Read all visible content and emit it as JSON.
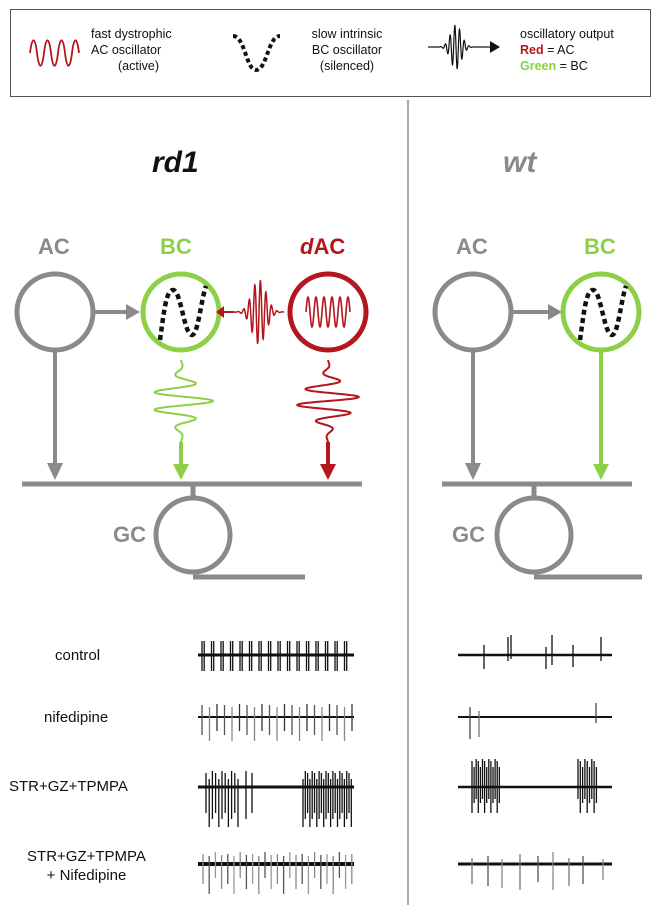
{
  "legend": {
    "item1": {
      "line1": "fast dystrophic",
      "line2": "AC oscillator",
      "line3": "(active)",
      "icon": "red-sine-icon"
    },
    "item2": {
      "line1": "slow intrinsic",
      "line2": "BC oscillator",
      "line3": "(silenced)",
      "icon": "dashed-sine-icon"
    },
    "item3": {
      "line1": "oscillatory output",
      "red_word": "Red",
      "red_rest": " = AC",
      "green_word": "Green",
      "green_rest": " = BC",
      "icon": "wave-packet-arrow-icon"
    }
  },
  "panels": {
    "rd1": {
      "title": "rd1",
      "cells": {
        "ac": "AC",
        "bc": "BC",
        "dac_prefix": "d",
        "dac_rest": "AC",
        "gc": "GC"
      }
    },
    "wt": {
      "title": "wt",
      "cells": {
        "ac": "AC",
        "bc": "BC",
        "gc": "GC"
      }
    }
  },
  "conditions": [
    "control",
    "nifedipine",
    "STR+GZ+TPMPA",
    "STR+GZ+TPMPA",
    "+ Nifedipine"
  ],
  "colors": {
    "gray": "#8a8a8a",
    "green": "#8cd048",
    "red": "#b3161b",
    "divider": "#aaaaaa",
    "black": "#111111"
  }
}
